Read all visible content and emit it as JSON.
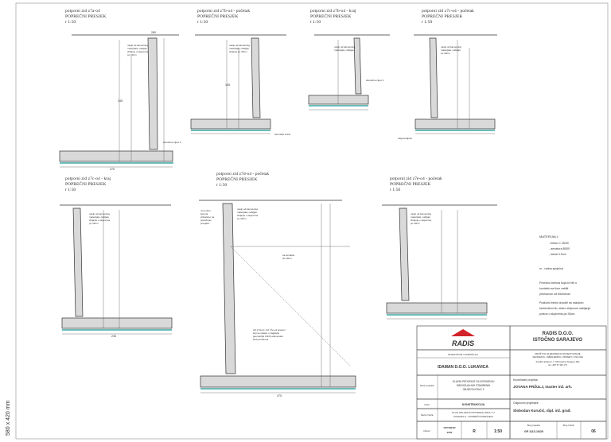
{
  "sheet": {
    "size_label": "580 x 420 mm",
    "colors": {
      "teal": "#3aa6a6",
      "red": "#d2232a",
      "hatch": "#d9d9d9"
    }
  },
  "drawings": [
    {
      "title": "potporni zid z7a-o4",
      "subtitle": "POPREČNI PRESJEK",
      "scale": "r 1:50"
    },
    {
      "title": "potporni zid z7b-o4 - početak",
      "subtitle": "POPREČNI PRESJEK",
      "scale": "r 1:50"
    },
    {
      "title": "potporni zid z7b-o4 - kraj",
      "subtitle": "POPREČNI PRESJEK",
      "scale": "r 1:50"
    },
    {
      "title": "potporni zid z7c-o4 - početak",
      "subtitle": "POPREČNI PRESJEK",
      "scale": "r 1:50"
    },
    {
      "title": "potporni zid z7c-o4 - kraj",
      "subtitle": "POPREČNI PRESJEK",
      "scale": "r 1:50"
    },
    {
      "title": "potporni zid z7d-o4 - početak",
      "subtitle": "POPREČNI PRESJEK",
      "scale": "r 1:50"
    },
    {
      "title": "potporni zid z7e-o4 - početak",
      "subtitle": "POPREČNI PRESJEK",
      "scale": "r 1:50"
    }
  ],
  "notes": {
    "material_title": "MATERIJALI:",
    "material_lines": [
      "- beton C 25/30",
      "- armatura B500",
      "- kanal 4.0cm"
    ],
    "rn": "rn - radna spojnica",
    "para1": [
      "Površinu betona koja će biti u",
      "kontaktu sa tlom zaštiti",
      "premazom od bitumena!"
    ],
    "para2": [
      "Podložni beton izvoditi na nasutom",
      "kamenitom tlu, dobro zbijenom nabijanje",
      "pulsno u slojevima po 30cm."
    ]
  },
  "title_block": {
    "logo": "RADIS",
    "company": "RADIS D.O.O.",
    "company_city": "ISTOČNO SARAJEVO",
    "company_sub": [
      "DRUŠTVO ZA ĐEODEZIJU ROJEKTOVANJE",
      "GEODEZIJU, INŽENJERING, PROMET I USLUGE"
    ],
    "company_addr": "Srpskih ratnika br. 7 7110 Istočno Sarajevo, BiH",
    "company_tel": "tel: +387 57 340 174",
    "investor_label": "INVESTITOR / NARUČILAC",
    "investor": "IDAMAN D.O.O. LUKAVICA",
    "project_label": "Naziv projekta:",
    "project": [
      "GLAVNI PROJEKAT ZA IZGRADNJU",
      "INDIVIDUALNIH STAMBENIH",
      "OBJEKTA KRUG 3"
    ],
    "phase_label": "Faza:",
    "phase": "KONSTRUKCIJA",
    "sheet_label": "Naziv crteža:",
    "sheet_name": [
      "PLAN OPLATE POTPORNOG ZIDA 7 U",
      "ZAGRADI 4 - POPREČNI PRESJECI"
    ],
    "coordinator_label": "Koordinator projekta:",
    "coordinator": "JOVANA PRŽULJ, master inž. arh.",
    "responsible_label": "Odgovorni projektant:",
    "responsible": "Slobodan Kuručić, dipl. inž. građ.",
    "date_label": "Datum:",
    "date": [
      "OKTOBAR",
      "2020"
    ],
    "rev": "R",
    "scale": "1:50",
    "project_no_label": "Broj projekta:",
    "project_no": "GP 1113-10/20",
    "sheet_no_label": "Broj crteža:",
    "sheet_no": "06"
  }
}
